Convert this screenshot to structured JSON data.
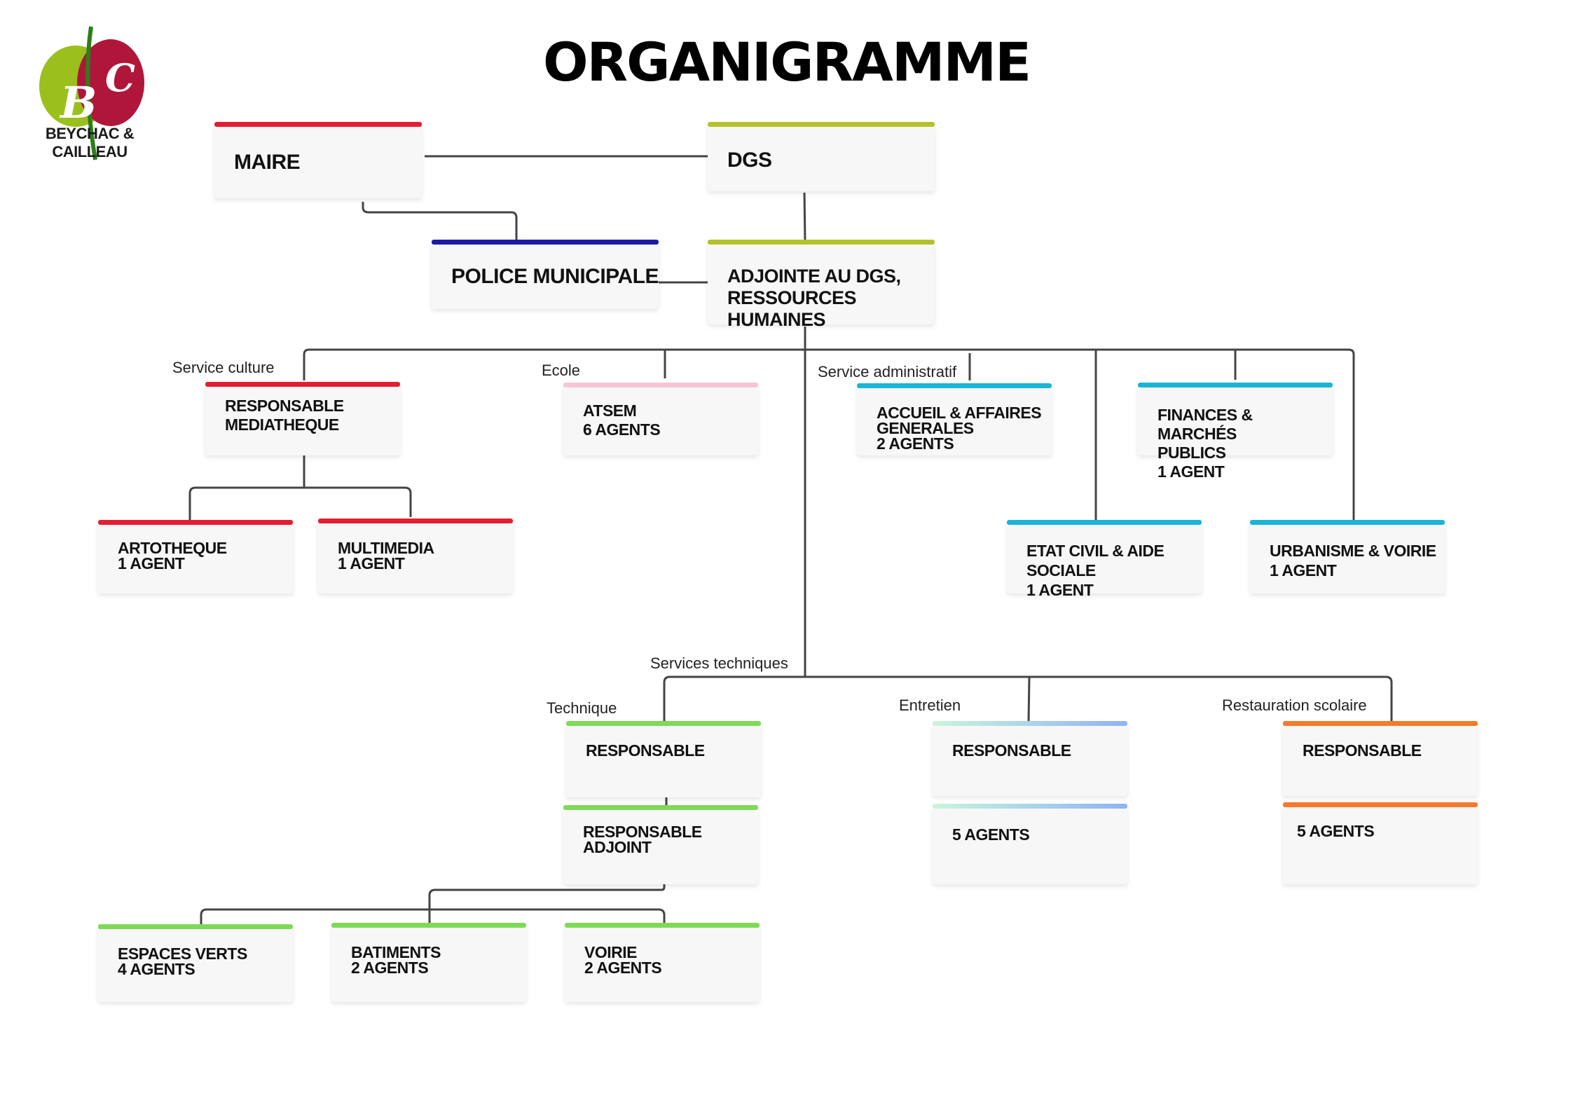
{
  "title": "ORGANIGRAMME",
  "logo": {
    "letters": [
      "B",
      "C"
    ],
    "text": "BEYCHAC & CAILLEAU",
    "colors": {
      "green": "#9bbf1c",
      "red": "#b0163a"
    }
  },
  "colors": {
    "red": "#e31e33",
    "olive": "#b3c22b",
    "navy": "#1a1aa6",
    "pink": "#f7c6d6",
    "cyan": "#1ab4d6",
    "green": "#7ed957",
    "orange": "#f47b2a",
    "gradient_start": "#c9f5dc",
    "gradient_end": "#8fb3f5",
    "line": "#444444"
  },
  "boxes": {
    "maire": "MAIRE",
    "dgs": "DGS",
    "police": "POLICE MUNICIPALE",
    "adjointe": "ADJOINTE AU DGS,\nRESSOURCES HUMAINES",
    "resp_media": "RESPONSABLE\nMEDIATHEQUE",
    "atsem": "ATSEM\n6 AGENTS",
    "accueil": "ACCUEIL & AFFAIRES\nGENERALES\n2 AGENTS",
    "finances": "FINANCES & MARCHÉS\nPUBLICS\n1 AGENT",
    "artotheque": "ARTOTHEQUE\n1 AGENT",
    "multimedia": "MULTIMEDIA\n1 AGENT",
    "etat_civil": "ETAT CIVIL & AIDE\nSOCIALE\n1 AGENT",
    "urbanisme": "URBANISME & VOIRIE\n1 AGENT",
    "tech_resp": "RESPONSABLE",
    "tech_adjoint": "RESPONSABLE\nADJOINT",
    "entretien_resp": "RESPONSABLE",
    "entretien_agents": "5 AGENTS",
    "resto_resp": "RESPONSABLE",
    "resto_agents": "5 AGENTS",
    "espaces_verts": "ESPACES VERTS\n4 AGENTS",
    "batiments": "BATIMENTS\n2 AGENTS",
    "voirie": "VOIRIE\n2 AGENTS"
  },
  "labels": {
    "service_culture": "Service culture",
    "ecole": "Ecole",
    "service_admin": "Service administratif",
    "services_tech": "Services techniques",
    "technique": "Technique",
    "entretien": "Entretien",
    "restauration": "Restauration scolaire"
  }
}
